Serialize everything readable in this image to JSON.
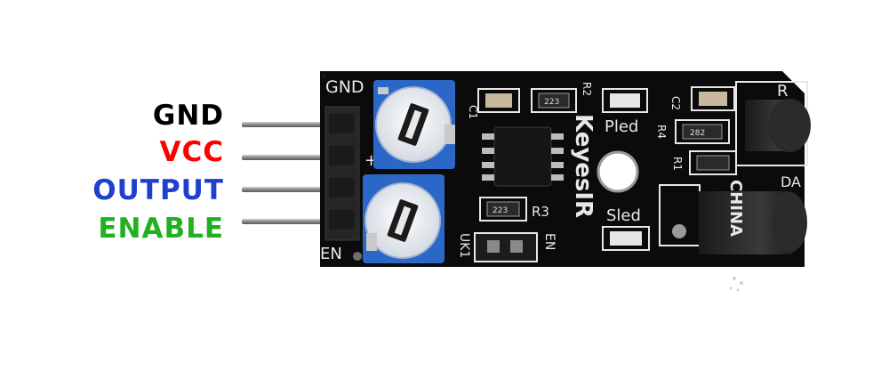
{
  "pin_labels": [
    {
      "text": "GND",
      "color": "#000000"
    },
    {
      "text": "VCC",
      "color": "#ff0000"
    },
    {
      "text": "OUTPUT",
      "color": "#1f3fcf"
    },
    {
      "text": "ENABLE",
      "color": "#20b020"
    }
  ],
  "silkscreen": {
    "gnd": "GND",
    "en": "EN",
    "brand": "KeyesIR",
    "pled": "Pled",
    "sled": "Sled",
    "china": "CHINA",
    "r1": "R1",
    "r2": "R2",
    "r3": "R3",
    "r4": "R4",
    "c1": "C1",
    "c2": "C2",
    "plus": "+",
    "out": "o",
    "en_jumper": "EN",
    "jumper": "UK1",
    "resistor_code": "223",
    "resistor_code_2": "282",
    "r_side": "R",
    "da_side": "DA"
  },
  "colors": {
    "board": "#0b0b0b",
    "pot": "#2b67c6",
    "header": "#262626",
    "pin": "#9a9a9a"
  }
}
